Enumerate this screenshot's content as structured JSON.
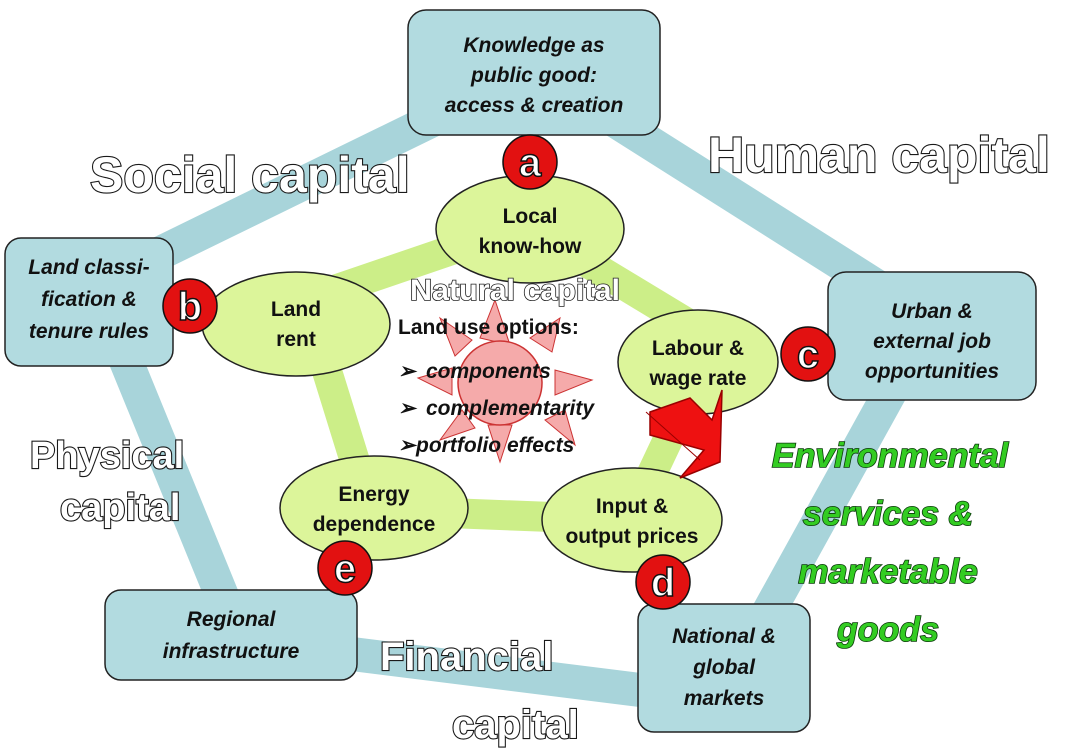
{
  "capitals": {
    "social": "Social capital",
    "human": "Human capital",
    "natural": "Natural capital",
    "physical_line1": "Physical",
    "physical_line2": "capital",
    "financial_line1": "Financial",
    "financial_line2": "capital"
  },
  "boxes": {
    "knowledge": [
      "Knowledge as",
      "public good:",
      "access & creation"
    ],
    "land_class": [
      "Land classi-",
      "fication &",
      "tenure rules"
    ],
    "urban": [
      "Urban &",
      "external job",
      "opportunities"
    ],
    "regional": [
      "Regional",
      "infrastructure"
    ],
    "national": [
      "National &",
      "global",
      "markets"
    ]
  },
  "ellipses": {
    "local": [
      "Local",
      "know-how"
    ],
    "land_rent": [
      "Land",
      "rent"
    ],
    "labour": [
      "Labour &",
      "wage rate"
    ],
    "energy": [
      "Energy",
      "dependence"
    ],
    "input": [
      "Input &",
      "output prices"
    ]
  },
  "letters": {
    "a": "a",
    "b": "b",
    "c": "c",
    "d": "d",
    "e": "e"
  },
  "land_use": {
    "title": "Land use options:",
    "bullet": "➢",
    "options": [
      "components",
      "complementarity",
      "portfolio effects"
    ]
  },
  "outcome": [
    "Environmental",
    "services &",
    "marketable",
    "goods"
  ],
  "colors": {
    "outer_pentagon": "#a8d4da",
    "inner_pentagon": "#ccee88",
    "box_fill": "#b2dbe0",
    "ellipse_fill": "#dcf59a",
    "letter_circle": "#e21111",
    "arrow": "#ee1111",
    "sun": "#f5aaaa",
    "outcome_green": "#33cc22"
  }
}
